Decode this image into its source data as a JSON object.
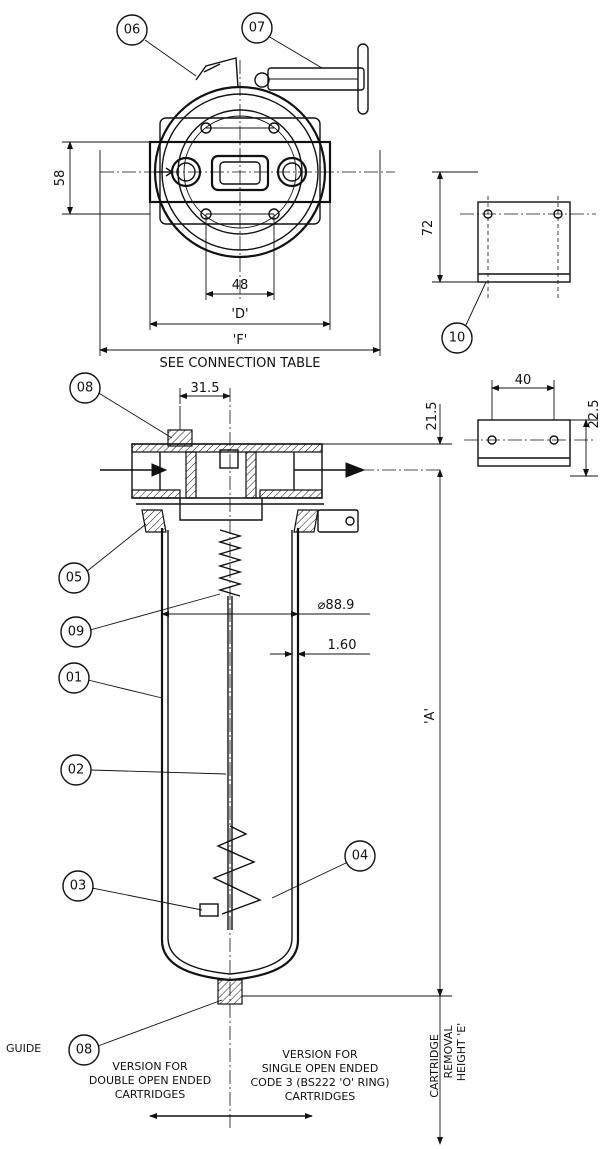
{
  "dimensions": {
    "d58": "58",
    "d48": "48",
    "dD": "'D'",
    "dF": "'F'",
    "d72": "72",
    "d31_5": "31.5",
    "d21_5": "21.5",
    "d40": "40",
    "d22_5": "22.5",
    "dia": "⌀88.9",
    "wall": "1.60",
    "dA": "'A'"
  },
  "balloons": {
    "b01": "01",
    "b02": "02",
    "b03": "03",
    "b04": "04",
    "b05": "05",
    "b06": "06",
    "b07": "07",
    "b08_top": "08",
    "b08_bottom": "08",
    "b09": "09",
    "b10": "10"
  },
  "notes": {
    "connection": "SEE CONNECTION TABLE",
    "guide": "GUIDE",
    "double_1": "VERSION FOR",
    "double_2": "DOUBLE OPEN ENDED",
    "double_3": "CARTRIDGES",
    "single_1": "VERSION FOR",
    "single_2": "SINGLE OPEN ENDED",
    "single_3": "CODE 3 (BS222 'O' RING)",
    "single_4": "CARTRIDGES",
    "removal_1": "CARTRIDGE",
    "removal_2": "REMOVAL",
    "removal_3": "HEIGHT 'E'"
  }
}
